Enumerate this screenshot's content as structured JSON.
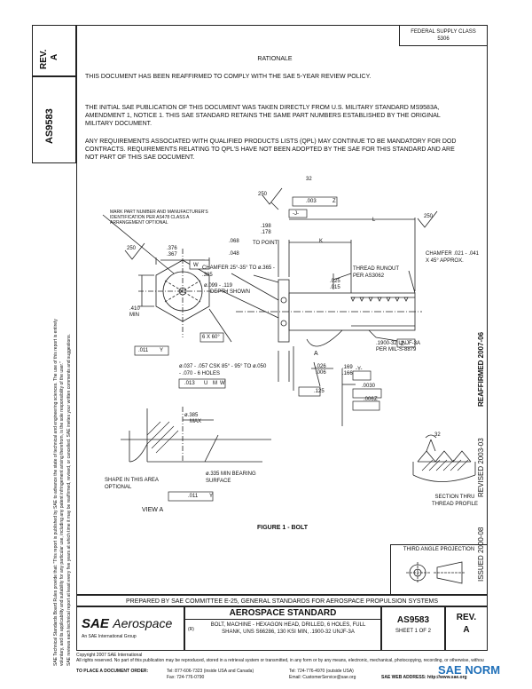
{
  "header": {
    "federal_supply_class_label": "FEDERAL SUPPLY CLASS",
    "federal_supply_class_value": "5306",
    "rev_label": "REV.",
    "rev_value": "A",
    "doc_number": "AS9583"
  },
  "left_margin": {
    "line1": "SAE Technical Standards Board Rules provide that: \"This report is published by SAE to advance the state of technical and engineering sciences. The use of this report is entirely",
    "line2": "voluntary, and its applicability and suitability for any particular use, including any patent infringement arising therefrom, is the sole responsibility of the user.\"",
    "line3": "SAE reviews each technical report at least every five years at which time it may be reaffirmed, revised, or cancelled. SAE invites your written comments and suggestions."
  },
  "right_margin": {
    "reaffirmed": "REAFFIRMED 2007-06",
    "revised": "REVISED 2003-03",
    "issued": "ISSUED 2000-08"
  },
  "rationale": {
    "title": "RATIONALE",
    "p1": "THIS DOCUMENT HAS BEEN REAFFIRMED TO COMPLY WITH THE SAE 5-YEAR REVIEW POLICY.",
    "p2": "THE INITIAL SAE PUBLICATION OF THIS DOCUMENT WAS TAKEN DIRECTLY FROM U.S. MILITARY STANDARD MS9583A, AMENDMENT 1, NOTICE 1. THIS SAE STANDARD RETAINS THE SAME PART NUMBERS ESTABLISHED BY THE ORIGINAL MILITARY DOCUMENT.",
    "p3": "ANY REQUIREMENTS ASSOCIATED WITH QUALIFIED PRODUCTS LISTS (QPL) MAY CONTINUE TO BE MANDATORY FOR DOD CONTRACTS. REQUIREMENTS RELATING TO QPL'S HAVE NOT BEEN ADOPTED BY THE SAE FOR THIS STANDARD AND ARE NOT PART OF THIS SAE DOCUMENT."
  },
  "drawing": {
    "mark_note": "MARK PART NUMBER AND MANUFACTURER'S IDENTIFICATION PER AS478 CLASS A ARRANGEMENT OPTIONAL",
    "surface_250_a": "250",
    "surface_250_b": "250",
    "surface_250_c": "250",
    "angle_32": "32",
    "fcf_perp": ".003",
    "fcf_perp_ref": "Z",
    "datum_j": "-J-",
    "dim_376": ".376",
    "dim_367": ".367",
    "datum_w": "W",
    "dim_198": ".198",
    "dim_178": ".178",
    "dim_068": ".068",
    "dim_048": ".048",
    "to_point": "TO POINT",
    "dim_k": "K",
    "dim_l": "L",
    "chamfer_head": "CHAMFER 25°-35° TO ø.365 - .385",
    "drill_dia": "ø.099 - .119",
    "depth_shown": "DEPTH SHOWN",
    "dim_410": ".410",
    "dim_min": "MIN",
    "hex_6x60": "6 X 60°",
    "fcf_011_a": ".011",
    "fcf_y_a": "Y",
    "thread_runout": "THREAD RUNOUT PER AS3062",
    "dim_025": ".025",
    "dim_015": ".015",
    "chamfer_end": "CHAMFER .021 - .041 X 45° APPROX.",
    "thread_spec": ".1900-32 UNJF-3A",
    "per_mil": "PER MIL-S-8879",
    "datum_z": "-Z-",
    "csk_note": "ø.037 - .057 CSK 85° - 95° TO ø.050 - .070 - 6 HOLES",
    "fcf_013": ".013",
    "fcf_u": "U",
    "fcf_m": "M",
    "fcf_w": "W",
    "dim_026": ".026",
    "dim_006": ".006",
    "view_a_mark": "A",
    "dim_169": ".169",
    "dim_166": ".166",
    "datum_y": "-Y-",
    "fcf_0030": ".0030",
    "fcf_006": ".006",
    "fcf_z": "Z",
    "box_125": ".125",
    "dim_385": "ø.385",
    "dim_max": "MAX",
    "shape_note": "SHAPE IN THIS AREA OPTIONAL",
    "bearing_note": "ø.335 MIN BEARING SURFACE",
    "fcf_011_b": ".011",
    "fcf_y_b": "Y",
    "view_a": "VIEW A",
    "angle_32b": "32",
    "section_note": "SECTION THRU THREAD PROFILE",
    "figure_caption": "FIGURE 1 - BOLT"
  },
  "third_angle": "THIRD ANGLE PROJECTION",
  "prepared_by": "PREPARED BY SAE COMMITTEE E-25, GENERAL STANDARDS FOR AEROSPACE PROPULSION SYSTEMS",
  "title_block": {
    "logo_main": "SAE",
    "logo_sub": "Aerospace",
    "logo_tag": "An SAE International Group",
    "standard": "AEROSPACE STANDARD",
    "code": "(R)",
    "title": "BOLT, MACHINE - HEXAGON HEAD, DRILLED, 6 HOLES, FULL SHANK, UNS S66286, 130 KSI MIN, .1900-32 UNJF-3A",
    "number": "AS9583",
    "sheet": "SHEET 1 OF 2",
    "rev_label": "REV.",
    "rev_value": "A"
  },
  "footer": {
    "copyright": "Copyright 2007 SAE International",
    "rights": "All rights reserved. No part of this publication may be reproduced, stored in a retrieval system or transmitted, in any form or by any means, electronic, mechanical, photocopying, recording, or otherwise, without the prior written permission of SAE.",
    "order_label": "TO PLACE A DOCUMENT ORDER:",
    "tel1": "Tel: 877-606-7323 (inside USA and Canada)",
    "tel2": "Tel: 724-776-4970 (outside USA)",
    "fax": "Fax: 724-776-0790",
    "email": "Email: CustomerService@sae.org",
    "web": "SAE WEB ADDRESS: http://www.sae.org",
    "watermark": "SAE NORM"
  }
}
